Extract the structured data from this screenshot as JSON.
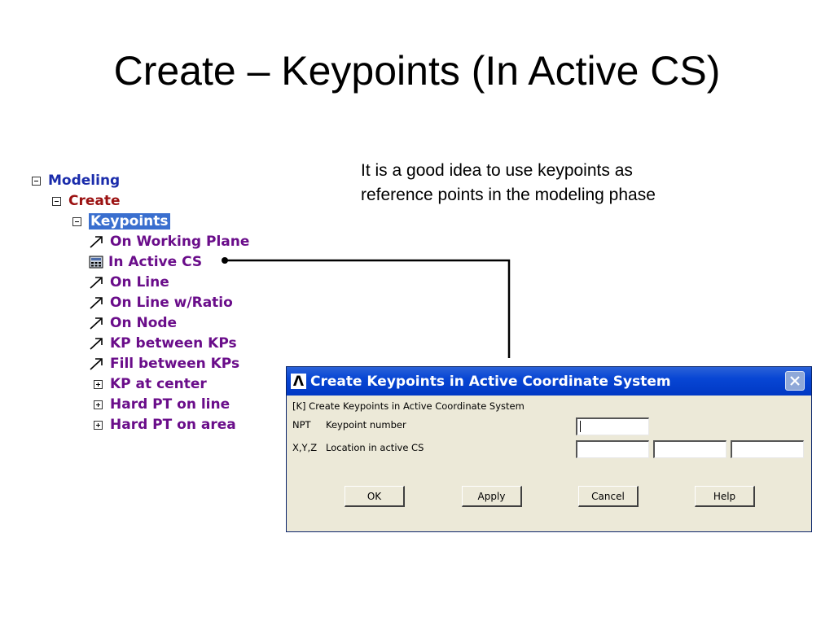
{
  "slide": {
    "title": "Create – Keypoints (In Active CS)",
    "note_line1": "It is a good idea to use keypoints as",
    "note_line2": "reference points in the modeling phase"
  },
  "tree": {
    "modeling": "Modeling",
    "create": "Create",
    "keypoints": "Keypoints",
    "items": [
      "On Working Plane",
      "In Active CS",
      "On Line",
      "On Line w/Ratio",
      "On Node",
      "KP between KPs",
      "Fill between KPs",
      "KP at center",
      "Hard PT on line",
      "Hard PT on area"
    ]
  },
  "dialog": {
    "logo": "Λ",
    "title": "Create Keypoints in Active Coordinate System",
    "header": "[K]  Create Keypoints in Active Coordinate System",
    "npt_code": "NPT",
    "npt_label": "Keypoint number",
    "xyz_code": "X,Y,Z",
    "xyz_label": "Location in active CS",
    "npt_value": "",
    "x_value": "",
    "y_value": "",
    "z_value": "",
    "buttons": {
      "ok": "OK",
      "apply": "Apply",
      "cancel": "Cancel",
      "help": "Help"
    }
  },
  "colors": {
    "tree_blue": "#1a2cab",
    "tree_red": "#9b1111",
    "tree_purple": "#6a0d8a",
    "selection": "#3a6fcf",
    "titlebar": "#0846d4",
    "dialog_bg": "#ece9d8"
  }
}
